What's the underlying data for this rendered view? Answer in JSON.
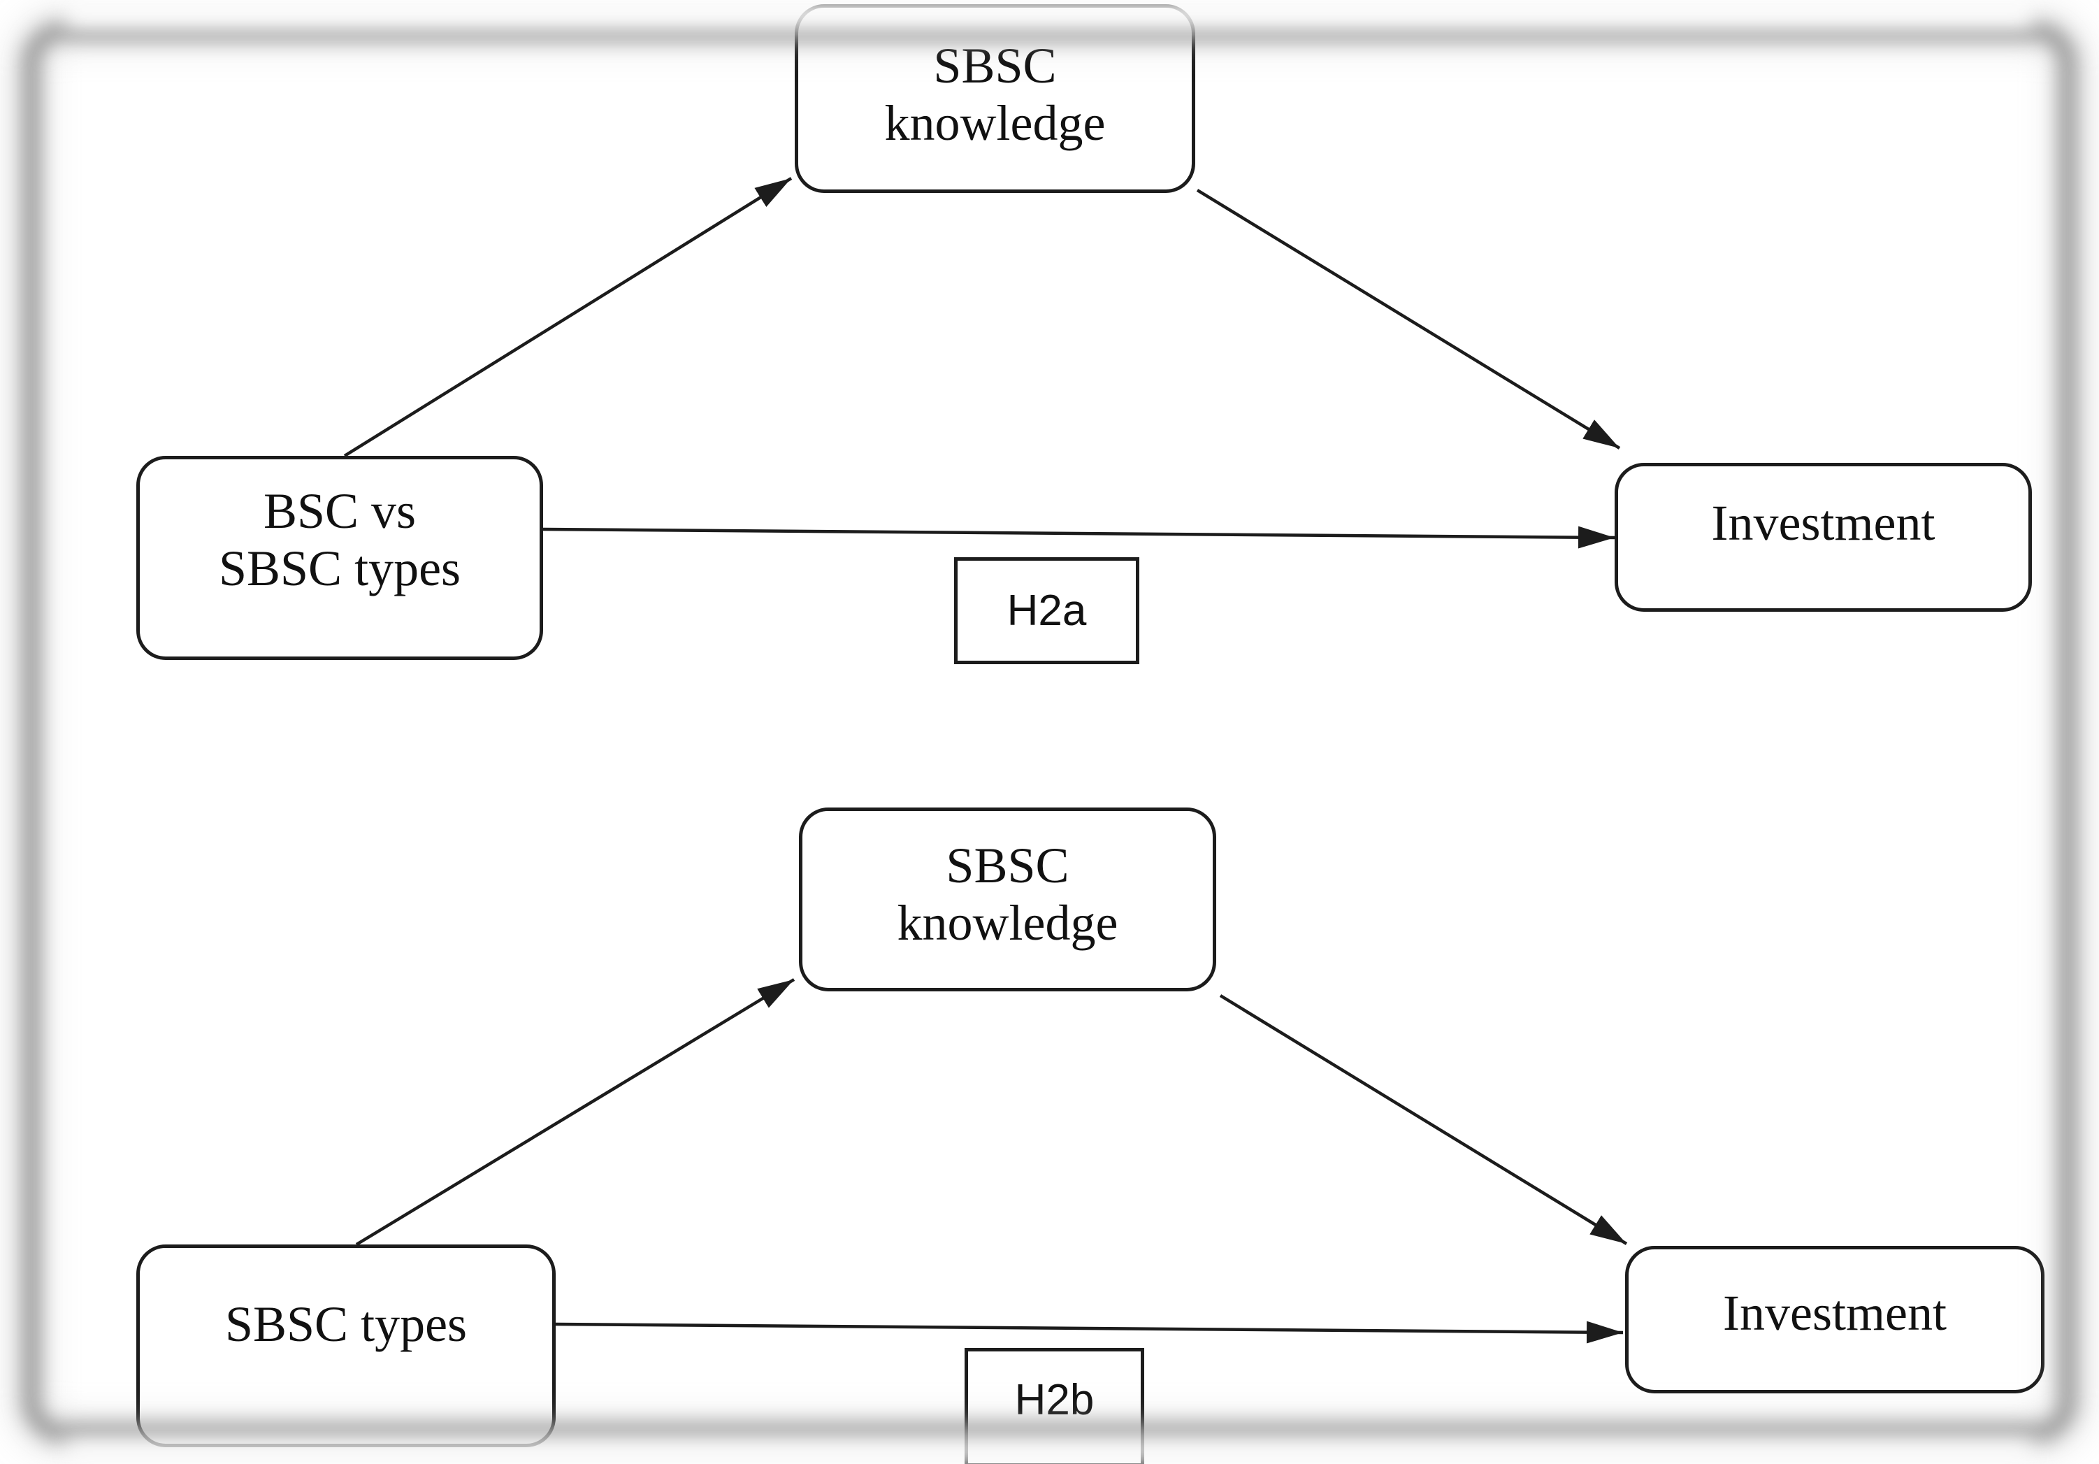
{
  "figure": {
    "type": "mediation-diagram",
    "background_color": "#ffffff",
    "line_color": "#1c1c1c",
    "frame_color": "#8a8a8a",
    "node_fill": "#ffffff"
  },
  "top_model": {
    "predictor": {
      "line1": "BSC vs",
      "line2": "SBSC types"
    },
    "mediator": {
      "line1": "SBSC",
      "line2": "knowledge"
    },
    "outcome": {
      "label": "Investment"
    },
    "path_label": {
      "label": "H2a"
    }
  },
  "bottom_model": {
    "predictor": {
      "label": "SBSC types"
    },
    "mediator": {
      "line1": "SBSC",
      "line2": "knowledge"
    },
    "outcome": {
      "label": "Investment"
    },
    "path_label": {
      "label": "H2b"
    }
  }
}
